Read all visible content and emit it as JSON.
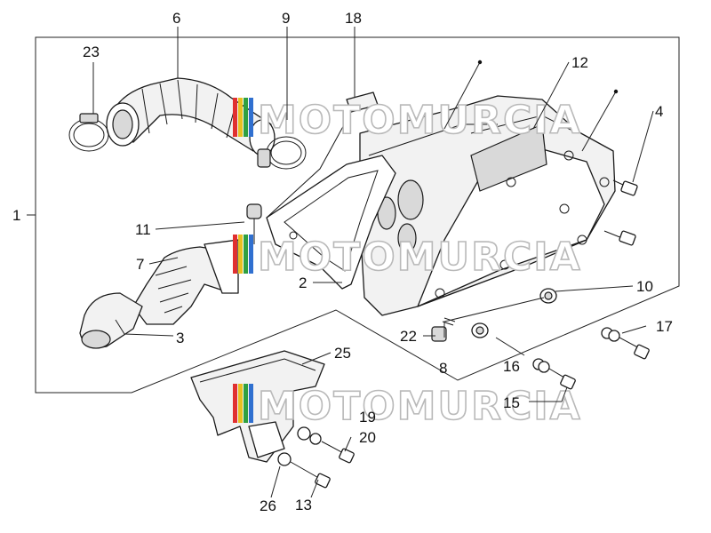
{
  "callouts": [
    {
      "id": "1",
      "label": "1"
    },
    {
      "id": "2",
      "label": "2"
    },
    {
      "id": "3",
      "label": "3"
    },
    {
      "id": "4",
      "label": "4"
    },
    {
      "id": "6",
      "label": "6"
    },
    {
      "id": "7",
      "label": "7"
    },
    {
      "id": "8",
      "label": "8"
    },
    {
      "id": "9",
      "label": "9"
    },
    {
      "id": "10",
      "label": "10"
    },
    {
      "id": "11",
      "label": "11"
    },
    {
      "id": "12",
      "label": "12"
    },
    {
      "id": "13",
      "label": "13"
    },
    {
      "id": "15",
      "label": "15"
    },
    {
      "id": "16",
      "label": "16"
    },
    {
      "id": "17",
      "label": "17"
    },
    {
      "id": "18",
      "label": "18"
    },
    {
      "id": "19",
      "label": "19"
    },
    {
      "id": "20",
      "label": "20"
    },
    {
      "id": "22",
      "label": "22"
    },
    {
      "id": "23",
      "label": "23"
    },
    {
      "id": "25",
      "label": "25"
    },
    {
      "id": "26",
      "label": "26"
    }
  ],
  "watermark": {
    "text": "MOTOMURCIA",
    "colors": [
      "#e03030",
      "#e8c020",
      "#30a040",
      "#3070d0"
    ]
  }
}
